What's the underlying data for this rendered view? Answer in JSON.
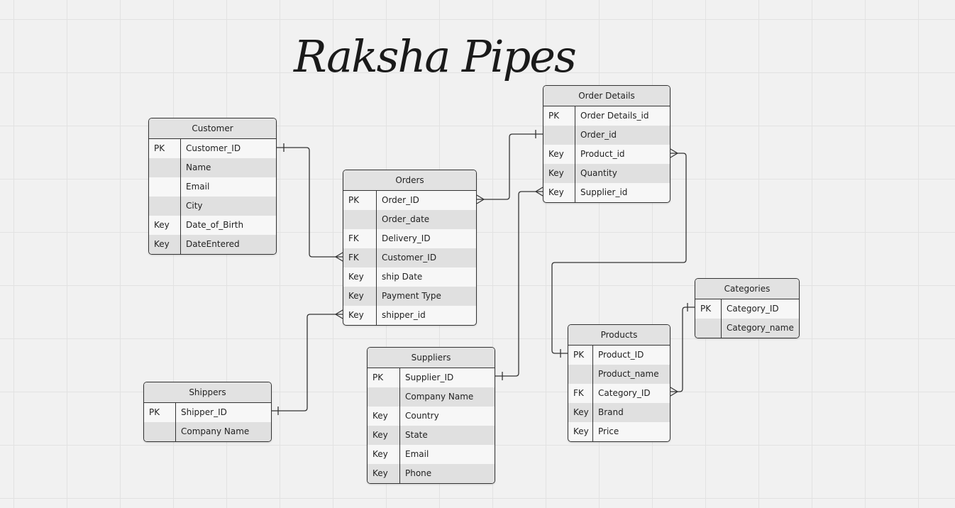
{
  "diagram": {
    "title": "Raksha Pipes",
    "tables": {
      "customer": {
        "name": "Customer",
        "rows": [
          {
            "key": "PK",
            "field": "Customer_ID"
          },
          {
            "key": "",
            "field": "Name"
          },
          {
            "key": "",
            "field": "Email"
          },
          {
            "key": "",
            "field": "City"
          },
          {
            "key": "Key",
            "field": "Date_of_Birth"
          },
          {
            "key": "Key",
            "field": "DateEntered"
          }
        ]
      },
      "orders": {
        "name": "Orders",
        "rows": [
          {
            "key": "PK",
            "field": "Order_ID"
          },
          {
            "key": "",
            "field": "Order_date"
          },
          {
            "key": "FK",
            "field": "Delivery_ID"
          },
          {
            "key": "FK",
            "field": "Customer_ID"
          },
          {
            "key": "Key",
            "field": "ship Date"
          },
          {
            "key": "Key",
            "field": "Payment Type"
          },
          {
            "key": "Key",
            "field": "shipper_id"
          }
        ]
      },
      "order_details": {
        "name": "Order Details",
        "rows": [
          {
            "key": "PK",
            "field": "Order Details_id"
          },
          {
            "key": "",
            "field": "Order_id"
          },
          {
            "key": "Key",
            "field": "Product_id"
          },
          {
            "key": "Key",
            "field": "Quantity"
          },
          {
            "key": "Key",
            "field": "Supplier_id"
          }
        ]
      },
      "shippers": {
        "name": "Shippers",
        "rows": [
          {
            "key": "PK",
            "field": "Shipper_ID"
          },
          {
            "key": "",
            "field": "Company Name"
          }
        ]
      },
      "suppliers": {
        "name": "Suppliers",
        "rows": [
          {
            "key": "PK",
            "field": "Supplier_ID"
          },
          {
            "key": "",
            "field": "Company Name"
          },
          {
            "key": "Key",
            "field": "Country"
          },
          {
            "key": "Key",
            "field": "State"
          },
          {
            "key": "Key",
            "field": "Email"
          },
          {
            "key": "Key",
            "field": "Phone"
          }
        ]
      },
      "products": {
        "name": "Products",
        "rows": [
          {
            "key": "PK",
            "field": "Product_ID"
          },
          {
            "key": "",
            "field": "Product_name"
          },
          {
            "key": "FK",
            "field": "Category_ID"
          },
          {
            "key": "Key",
            "field": "Brand"
          },
          {
            "key": "Key",
            "field": "Price"
          }
        ]
      },
      "categories": {
        "name": "Categories",
        "rows": [
          {
            "key": "PK",
            "field": "Category_ID"
          },
          {
            "key": "",
            "field": "Category_name"
          }
        ]
      }
    }
  }
}
